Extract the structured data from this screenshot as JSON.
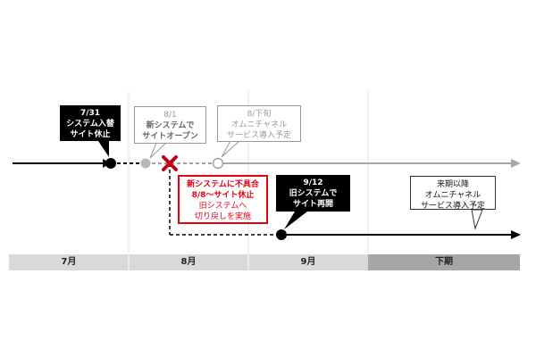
{
  "events": {
    "shutdown": {
      "date": "7/31",
      "lines": [
        "システム入替",
        "サイト休止"
      ]
    },
    "new_open": {
      "date": "8/1",
      "lines": [
        "新システムで",
        "サイトオープン"
      ]
    },
    "omni_plan": {
      "date": "8/下旬",
      "lines": [
        "オムニチャネル",
        "サービス導入予定"
      ]
    },
    "defect": {
      "lines": [
        "新システムに不具合",
        "8/8～サイト休止"
      ],
      "sub_lines": [
        "旧システムへ",
        "切り戻しを実施"
      ]
    },
    "reopen": {
      "date": "9/12",
      "lines": [
        "旧システムで",
        "サイト再開"
      ]
    },
    "next_term": {
      "lines": [
        "来期以降",
        "オムニチャネル",
        "サービス導入予定"
      ]
    }
  },
  "months": [
    "7月",
    "8月",
    "9月",
    "下期"
  ],
  "colors": {
    "black": "#000000",
    "gray": "#9a9a9a",
    "red": "#e60012",
    "month_bar": "#d9d9d9",
    "month_bar_dark": "#a6a6a6"
  }
}
